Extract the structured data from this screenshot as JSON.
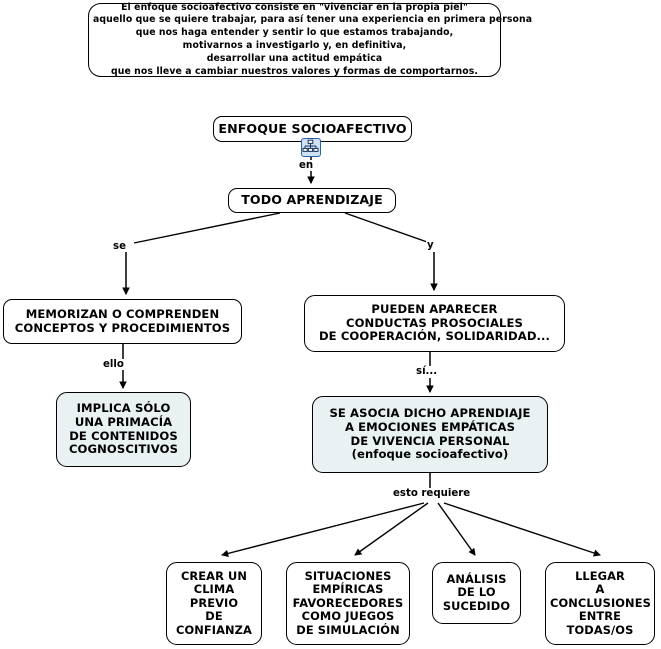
{
  "diagram": {
    "title": "Enfoque socioafectivo",
    "type": "concept-map",
    "colors": {
      "node_border": "#000000",
      "node_fill": "#ffffff",
      "tinted_node_fill": "#e9f1f3",
      "edge": "#000000",
      "icon_border": "#2b5fa8",
      "icon_fill": "#cfe0f2"
    }
  },
  "description": {
    "lines": [
      "El enfoque socioafectivo consiste en \"vivenciar en la propia piel\"",
      "aquello que se quiere trabajar, para así tener una experiencia en primera persona",
      "que nos haga entender y sentir lo que estamos trabajando,",
      "motivarnos a investigarlo y, en definitiva,",
      "desarrollar una actitud empática",
      "que nos lleve a cambiar nuestros valores y formas de comportarnos."
    ]
  },
  "nodes": {
    "enfoque": {
      "lines": [
        "ENFOQUE SOCIOAFECTIVO"
      ]
    },
    "todo": {
      "lines": [
        "TODO APRENDIZAJE"
      ]
    },
    "memorizan": {
      "lines": [
        "MEMORIZAN O COMPRENDEN",
        "CONCEPTOS Y PROCEDIMIENTOS"
      ]
    },
    "pueden": {
      "lines": [
        "PUEDEN APARECER",
        "CONDUCTAS PROSOCIALES",
        "DE COOPERACIÓN, SOLIDARIDAD..."
      ]
    },
    "implica": {
      "lines": [
        "IMPLICA SÓLO",
        "UNA PRIMACÍA",
        "DE CONTENIDOS",
        "COGNOSCITIVOS"
      ]
    },
    "asocia": {
      "lines": [
        "SE ASOCIA DICHO APRENDIAJE",
        "A EMOCIONES EMPÁTICAS",
        "DE VIVENCIA PERSONAL",
        "(enfoque socioafectivo)"
      ]
    },
    "crear": {
      "lines": [
        "CREAR UN",
        "CLIMA",
        "PREVIO",
        "DE",
        "CONFIANZA"
      ]
    },
    "situaciones": {
      "lines": [
        "SITUACIONES",
        "EMPÍRICAS",
        "FAVORECEDORES",
        "COMO JUEGOS",
        "DE SIMULACIÓN"
      ]
    },
    "analisis": {
      "lines": [
        "ANÁLISIS",
        "DE LO",
        "SUCEDIDO"
      ]
    },
    "llegar": {
      "lines": [
        "LLEGAR",
        "A",
        "CONCLUSIONES",
        "ENTRE",
        "TODAS/OS"
      ]
    }
  },
  "link_labels": {
    "en": "en",
    "se": "se",
    "y": "y",
    "ello": "ello",
    "si": "sí...",
    "esto_requiere": "esto requiere"
  },
  "icons": {
    "nested_node": "hierarchy-tree-icon"
  }
}
